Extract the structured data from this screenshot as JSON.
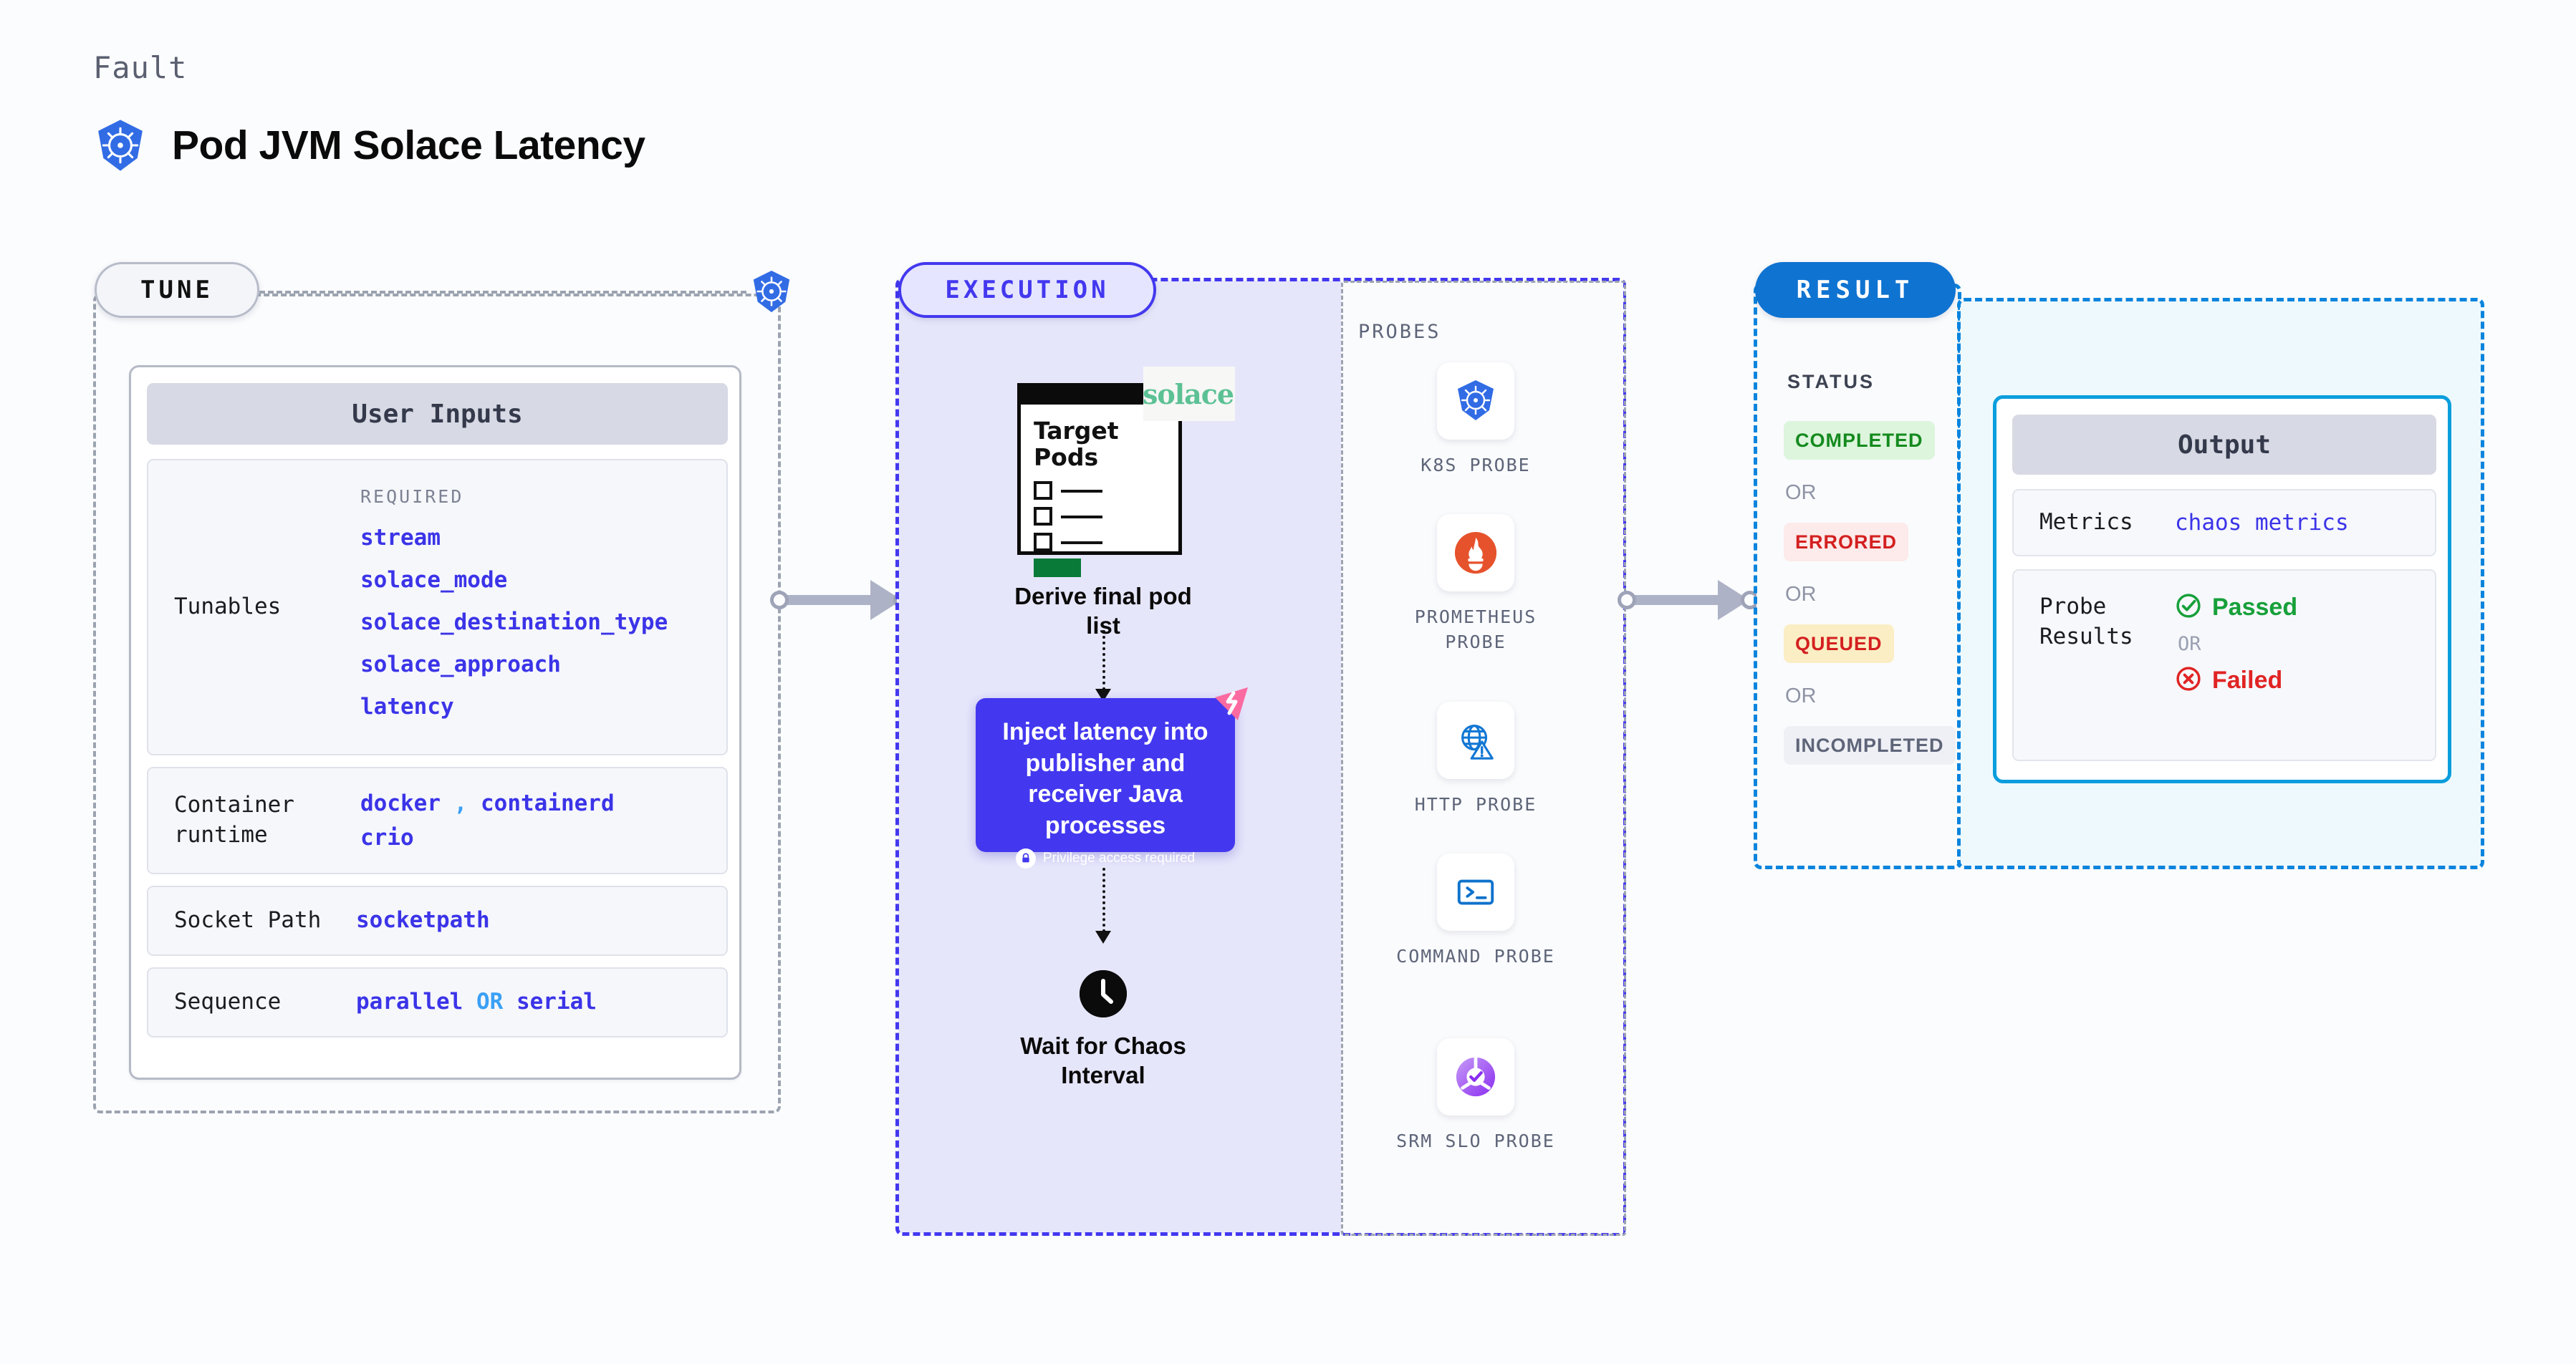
{
  "header": {
    "kicker": "Fault",
    "title": "Pod JVM Solace Latency",
    "icon": "kubernetes-icon"
  },
  "stages": {
    "tune": {
      "label": "TUNE"
    },
    "execution": {
      "label": "EXECUTION"
    },
    "result": {
      "label": "RESULT"
    }
  },
  "tune": {
    "card_title": "User Inputs",
    "required_label": "REQUIRED",
    "rows": [
      {
        "label": "Tunables",
        "values": [
          "stream",
          "solace_mode",
          "solace_destination_type",
          "solace_approach",
          "latency"
        ]
      },
      {
        "label": "Container runtime",
        "values": [
          "docker",
          "containerd",
          "crio"
        ],
        "separator": ","
      },
      {
        "label": "Socket Path",
        "values": [
          "socketpath"
        ]
      },
      {
        "label": "Sequence",
        "values": [
          "parallel",
          "serial"
        ],
        "separator": "OR"
      }
    ]
  },
  "execution": {
    "doc": {
      "title": "Target Pods",
      "brand": "solace",
      "caption": "Derive final pod list"
    },
    "inject": {
      "text": "Inject latency into publisher and receiver Java processes",
      "note": "Privilege access required",
      "note_icon": "lock-icon",
      "corner_icon": "chaos-icon"
    },
    "wait": {
      "caption": "Wait for Chaos Interval",
      "icon": "clock-icon"
    }
  },
  "probes": {
    "section_label": "PROBES",
    "items": [
      {
        "name": "K8S PROBE",
        "icon": "kubernetes-icon"
      },
      {
        "name": "PROMETHEUS PROBE",
        "icon": "prometheus-icon"
      },
      {
        "name": "HTTP PROBE",
        "icon": "http-globe-warning-icon"
      },
      {
        "name": "COMMAND PROBE",
        "icon": "terminal-icon"
      },
      {
        "name": "SRM SLO PROBE",
        "icon": "srm-slo-donut-icon"
      }
    ]
  },
  "result": {
    "status_label": "STATUS",
    "or_label": "OR",
    "statuses": [
      {
        "label": "COMPLETED",
        "fg": "#148a1e",
        "bg": "#dcf5dc"
      },
      {
        "label": "ERRORED",
        "fg": "#d42020",
        "bg": "#fdeaea"
      },
      {
        "label": "QUEUED",
        "fg": "#d42020",
        "bg": "#fbeec5"
      },
      {
        "label": "INCOMPLETED",
        "fg": "#5e6579",
        "bg": "#eff0f5"
      }
    ]
  },
  "output": {
    "card_title": "Output",
    "metrics_label": "Metrics",
    "metrics_value": "chaos metrics",
    "probe_results_label": "Probe Results",
    "passed_label": "Passed",
    "passed_icon": "check-circle-icon",
    "or_label": "OR",
    "failed_label": "Failed",
    "failed_icon": "x-circle-icon"
  },
  "colors": {
    "indigo": "#4338ef",
    "blue": "#0a84dd",
    "gray_dash": "#9ca3b0",
    "exec_bg": "#e6e6fb",
    "out_bg": "#eef9fd"
  }
}
